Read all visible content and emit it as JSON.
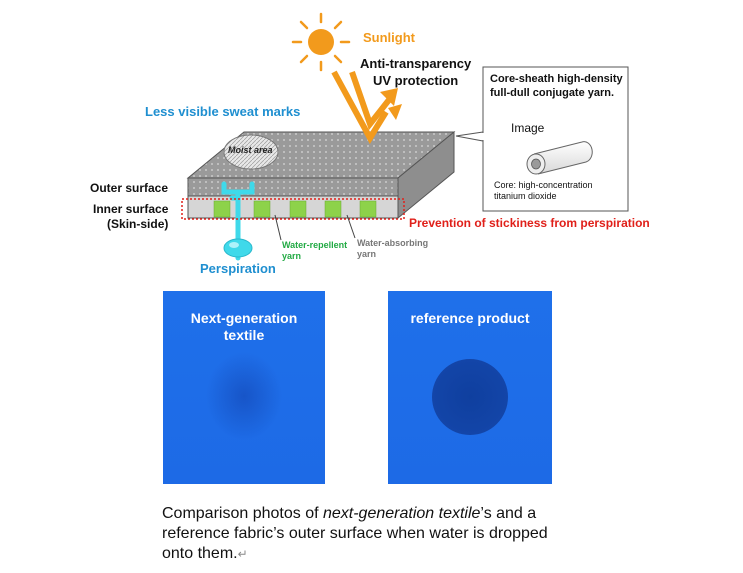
{
  "diagram": {
    "sunlight": "Sunlight",
    "anti_transparency_line1": "Anti-transparency",
    "anti_transparency_line2": "UV protection",
    "less_visible": "Less visible sweat marks",
    "moist_area": "Moist area",
    "outer_surface": "Outer surface",
    "inner_surface_line1": "Inner surface",
    "inner_surface_line2": "(Skin-side)",
    "prevention": "Prevention of stickiness from perspiration",
    "perspiration": "Perspiration",
    "water_repellent_line1": "Water-repellent",
    "water_repellent_line2": "yarn",
    "water_absorbing_line1": "Water-absorbing",
    "water_absorbing_line2": "yarn",
    "callout_line1": "Core-sheath high-density",
    "callout_line2": "full-dull conjugate yarn.",
    "callout_image": "Image",
    "core_line1": "Core: high-concentration",
    "core_line2": "titanium dioxide",
    "colors": {
      "sunlight": "#f0a020",
      "sweat_blue": "#1f8fd0",
      "cyan": "#40d8e8",
      "green_label": "#22aa44",
      "red": "#e0201a",
      "photo_blue": "#1e6fe8"
    }
  },
  "photos": {
    "left_label_line1": "Next-generation",
    "left_label_line2": "textile",
    "right_label": "reference product"
  },
  "caption": {
    "part1": "Comparison photos of ",
    "italic": "next-generation textile",
    "part2": "’s and a reference fabric’s outer surface when water is dropped onto them.",
    "mark": "↵"
  }
}
